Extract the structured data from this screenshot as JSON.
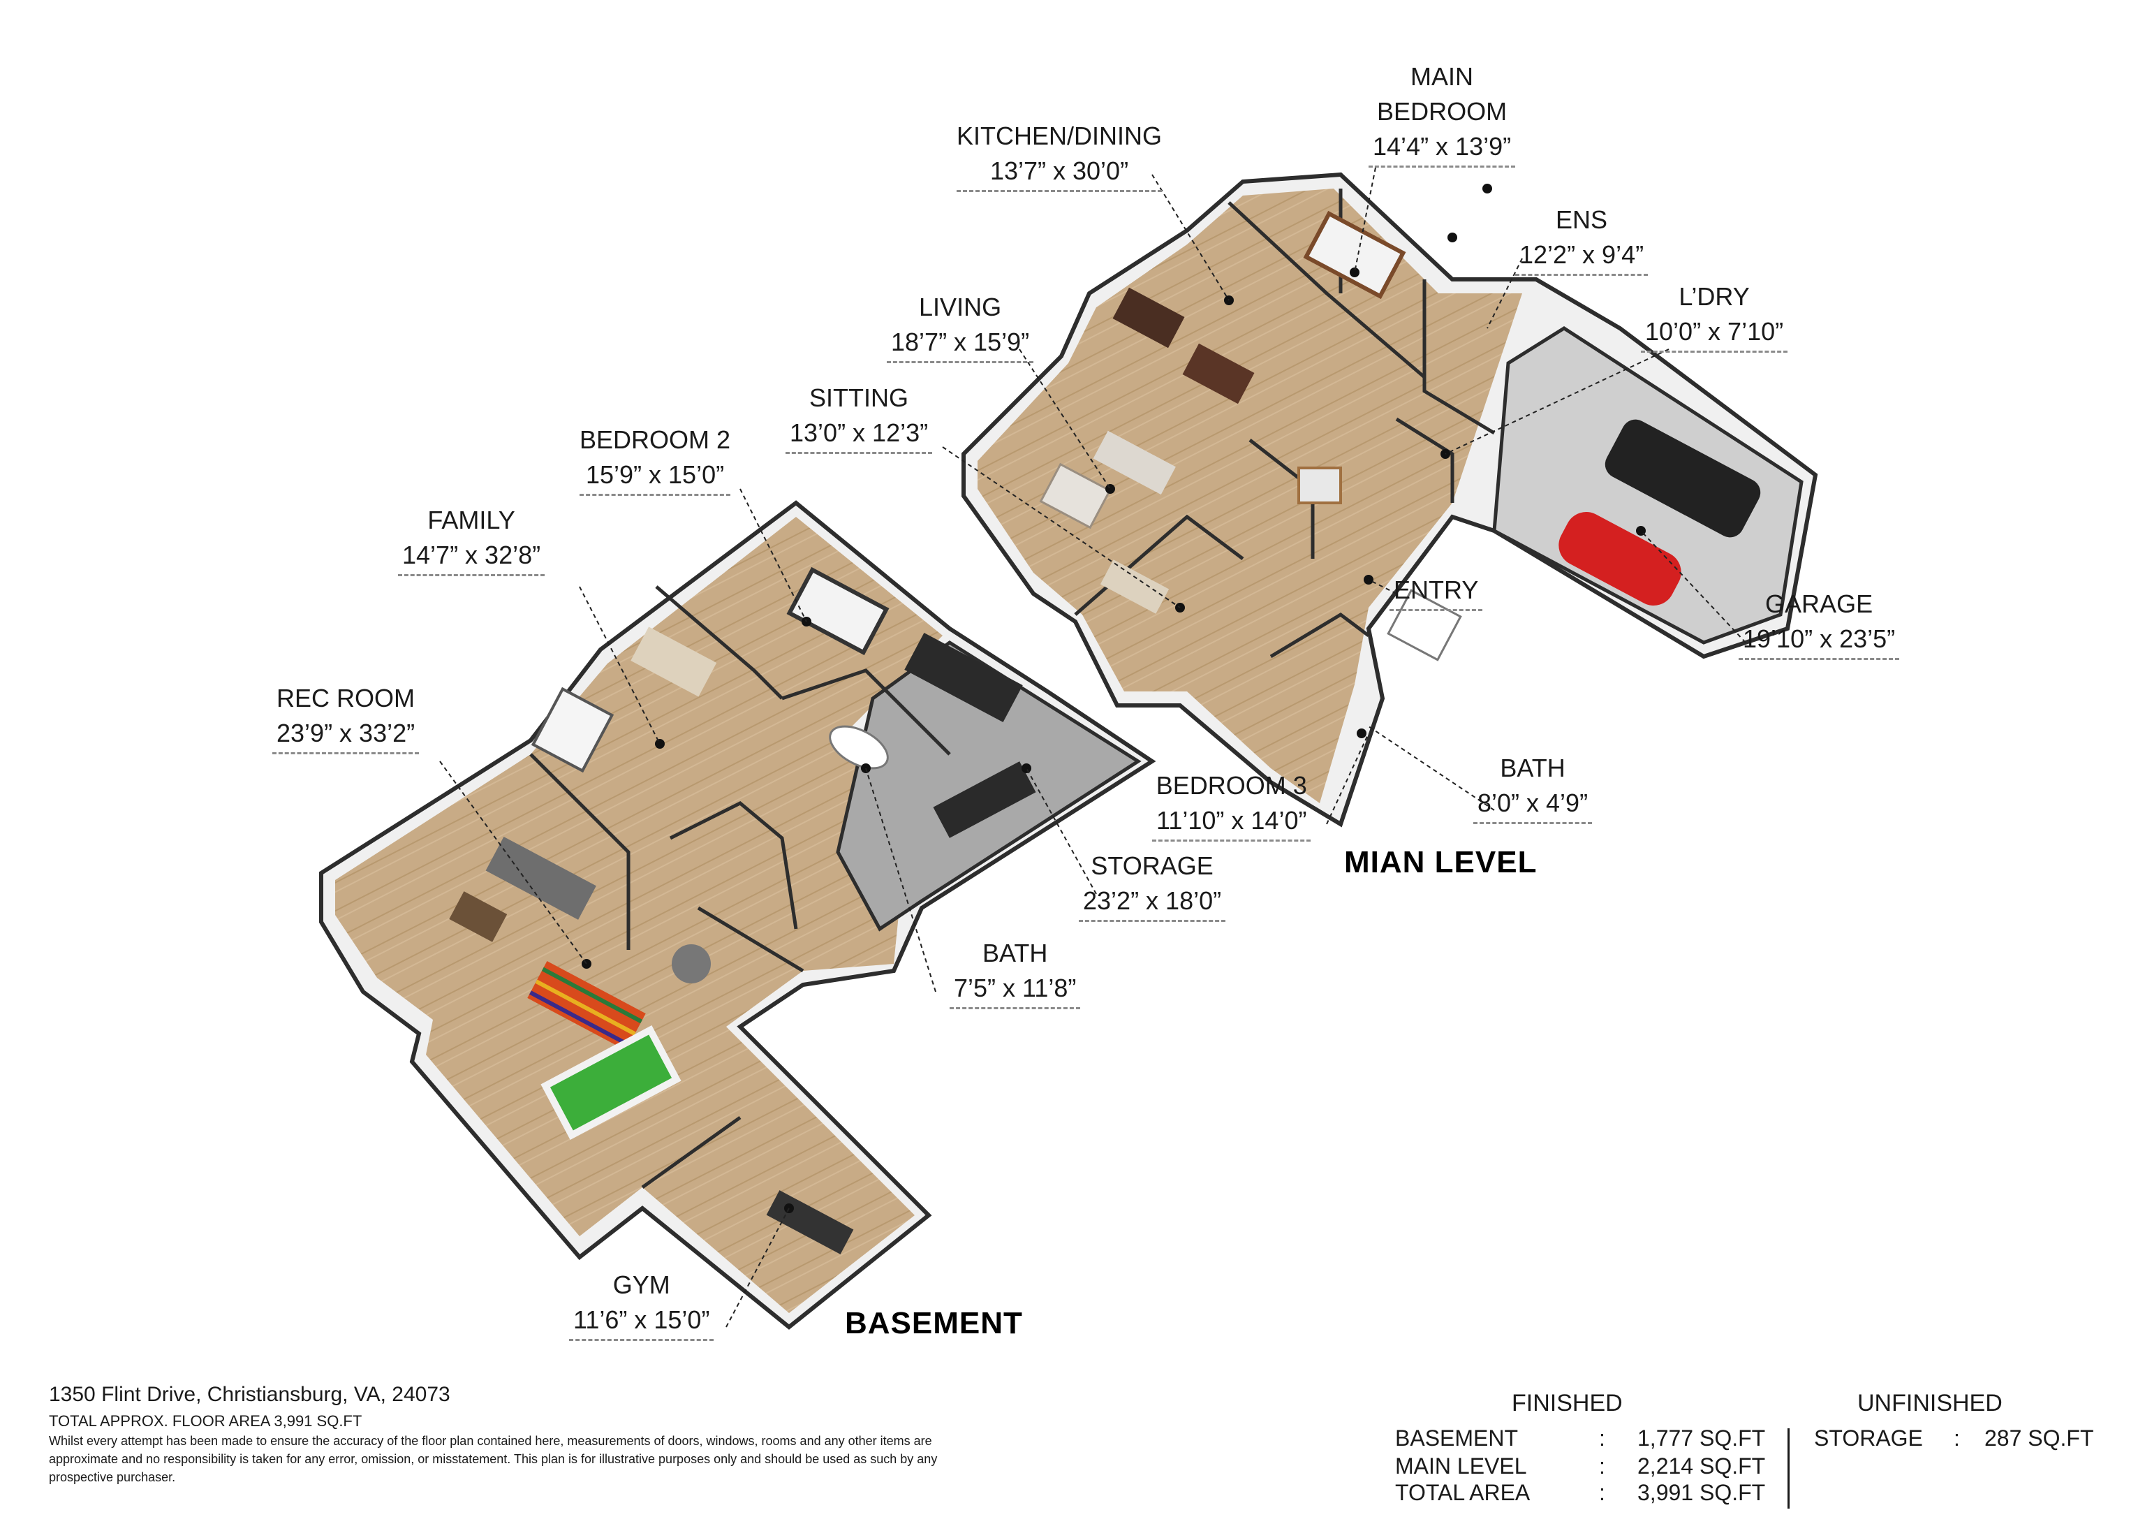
{
  "rooms": {
    "main_bedroom": {
      "name": "MAIN\nBEDROOM",
      "dims": "14’4” x 13’9”"
    },
    "kitchen_dining": {
      "name": "KITCHEN/DINING",
      "dims": "13’7” x 30’0”"
    },
    "ens": {
      "name": "ENS",
      "dims": "12’2” x 9’4”"
    },
    "laundry": {
      "name": "L’DRY",
      "dims": "10’0” x 7’10”"
    },
    "living": {
      "name": "LIVING",
      "dims": "18’7” x 15’9”"
    },
    "sitting": {
      "name": "SITTING",
      "dims": "13’0” x 12’3”"
    },
    "bedroom_2": {
      "name": "BEDROOM 2",
      "dims": "15’9” x 15’0”"
    },
    "family": {
      "name": "FAMILY",
      "dims": "14’7” x 32’8”"
    },
    "rec_room": {
      "name": "REC ROOM",
      "dims": "23’9” x 33’2”"
    },
    "entry": {
      "name": "ENTRY"
    },
    "garage": {
      "name": "GARAGE",
      "dims": "19’10” x 23’5”"
    },
    "bath_main": {
      "name": "BATH",
      "dims": "8’0” x 4’9”"
    },
    "bedroom_3": {
      "name": "BEDROOM 3",
      "dims": "11’10” x 14’0”"
    },
    "storage": {
      "name": "STORAGE",
      "dims": "23’2” x 18’0”"
    },
    "bath_basement": {
      "name": "BATH",
      "dims": "7’5” x 11’8”"
    },
    "gym": {
      "name": "GYM",
      "dims": "11’6” x 15’0”"
    }
  },
  "levels": {
    "main": "MIAN LEVEL",
    "basement": "BASEMENT"
  },
  "footer": {
    "address": "1350 Flint Drive, Christiansburg, VA, 24073",
    "total": "TOTAL APPROX. FLOOR AREA 3,991 SQ.FT",
    "disclaimer": "Whilst every attempt has been made to ensure the accuracy of the floor plan contained here, measurements of doors, windows, rooms and any other items are approximate and no responsibility is taken for any error, omission, or misstatement. This plan is for illustrative purposes only and should be used as such by any prospective purchaser."
  },
  "areas": {
    "finished_heading": "FINISHED",
    "unfinished_heading": "UNFINISHED",
    "colon": ":",
    "finished": [
      {
        "label": "BASEMENT",
        "value": "1,777 SQ.FT"
      },
      {
        "label": "MAIN LEVEL",
        "value": "2,214 SQ.FT"
      },
      {
        "label": "TOTAL AREA",
        "value": "3,991 SQ.FT"
      }
    ],
    "unfinished": [
      {
        "label": "STORAGE",
        "value": "287 SQ.FT"
      }
    ]
  },
  "colors": {
    "wood_floor": "#c8ab86",
    "wall": "#efefef",
    "wall_edge": "#2d2d2d",
    "garage_floor": "#cfcfcf",
    "storage_floor": "#a9a9a9"
  }
}
